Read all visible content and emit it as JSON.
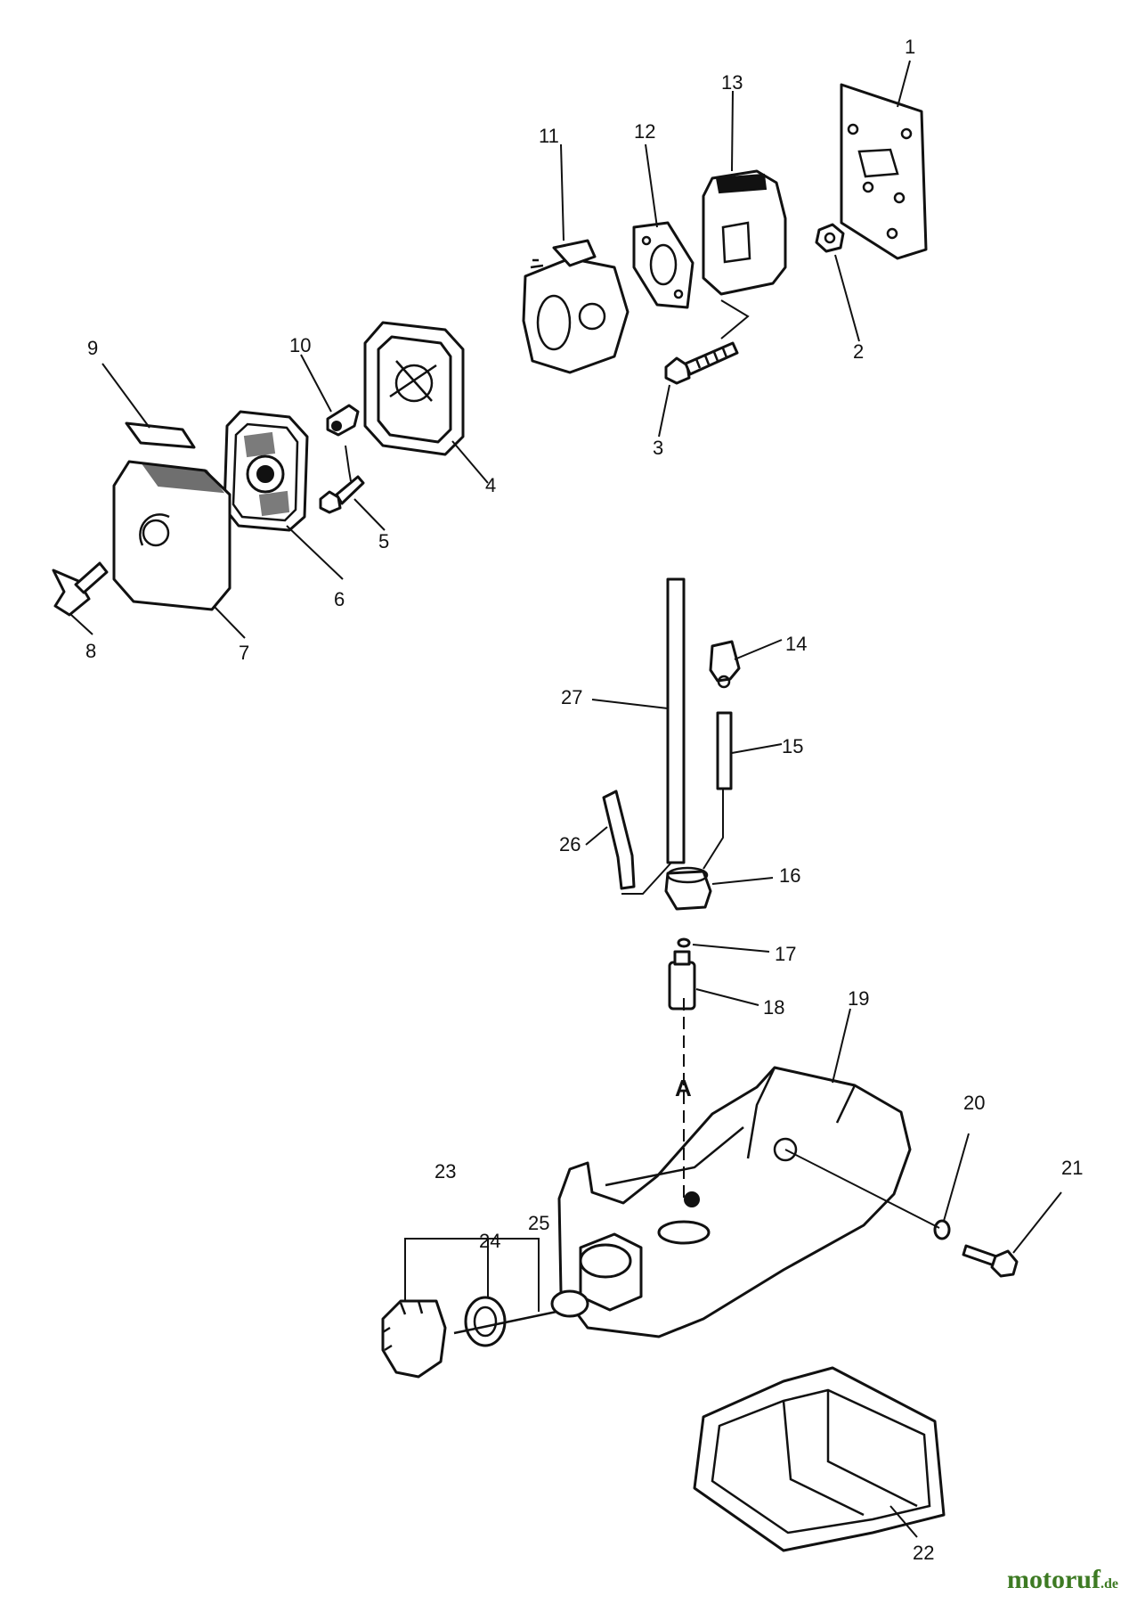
{
  "callouts": [
    {
      "id": "1",
      "label": "1"
    },
    {
      "id": "2",
      "label": "2"
    },
    {
      "id": "3",
      "label": "3"
    },
    {
      "id": "4",
      "label": "4"
    },
    {
      "id": "5",
      "label": "5"
    },
    {
      "id": "6",
      "label": "6"
    },
    {
      "id": "7",
      "label": "7"
    },
    {
      "id": "8",
      "label": "8"
    },
    {
      "id": "9",
      "label": "9"
    },
    {
      "id": "10",
      "label": "10"
    },
    {
      "id": "11",
      "label": "11"
    },
    {
      "id": "12",
      "label": "12"
    },
    {
      "id": "13",
      "label": "13"
    },
    {
      "id": "14",
      "label": "14"
    },
    {
      "id": "15",
      "label": "15"
    },
    {
      "id": "16",
      "label": "16"
    },
    {
      "id": "17",
      "label": "17"
    },
    {
      "id": "18",
      "label": "18"
    },
    {
      "id": "19",
      "label": "19"
    },
    {
      "id": "20",
      "label": "20"
    },
    {
      "id": "21",
      "label": "21"
    },
    {
      "id": "22",
      "label": "22"
    },
    {
      "id": "23",
      "label": "23"
    },
    {
      "id": "24",
      "label": "24"
    },
    {
      "id": "25",
      "label": "25"
    },
    {
      "id": "26",
      "label": "26"
    },
    {
      "id": "27",
      "label": "27"
    }
  ],
  "reference_marker": "A",
  "watermark": {
    "main": "motoruf",
    "tld": ".de"
  }
}
